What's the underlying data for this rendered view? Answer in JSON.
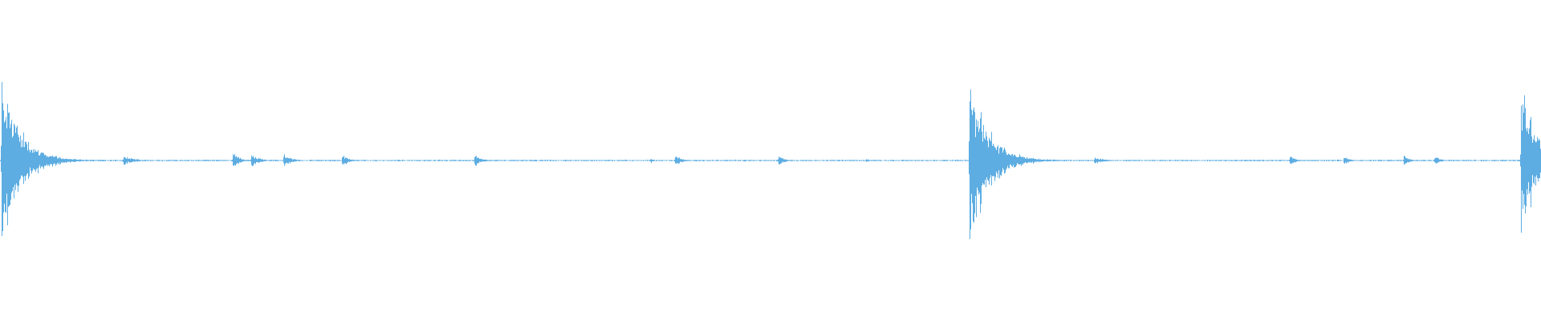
{
  "waveform": {
    "color": "#5dade2",
    "background": "#ffffff",
    "baseline_amplitude": 0.006,
    "events": [
      {
        "t": 0.001,
        "amp": 0.95,
        "decay": 0.012
      },
      {
        "t": 0.015,
        "amp": 0.18,
        "decay": 0.01
      },
      {
        "t": 0.08,
        "amp": 0.06,
        "decay": 0.006
      },
      {
        "t": 0.151,
        "amp": 0.09,
        "decay": 0.004
      },
      {
        "t": 0.163,
        "amp": 0.09,
        "decay": 0.004
      },
      {
        "t": 0.184,
        "amp": 0.08,
        "decay": 0.004
      },
      {
        "t": 0.222,
        "amp": 0.07,
        "decay": 0.004
      },
      {
        "t": 0.308,
        "amp": 0.07,
        "decay": 0.004
      },
      {
        "t": 0.422,
        "amp": 0.03,
        "decay": 0.002
      },
      {
        "t": 0.438,
        "amp": 0.08,
        "decay": 0.003
      },
      {
        "t": 0.505,
        "amp": 0.07,
        "decay": 0.003
      },
      {
        "t": 0.562,
        "amp": 0.02,
        "decay": 0.002
      },
      {
        "t": 0.629,
        "amp": 0.95,
        "decay": 0.012
      },
      {
        "t": 0.71,
        "amp": 0.04,
        "decay": 0.006
      },
      {
        "t": 0.837,
        "amp": 0.06,
        "decay": 0.003
      },
      {
        "t": 0.872,
        "amp": 0.06,
        "decay": 0.003
      },
      {
        "t": 0.911,
        "amp": 0.07,
        "decay": 0.003
      },
      {
        "t": 0.931,
        "amp": 0.06,
        "decay": 0.003
      },
      {
        "t": 0.987,
        "amp": 0.9,
        "decay": 0.01
      }
    ]
  }
}
